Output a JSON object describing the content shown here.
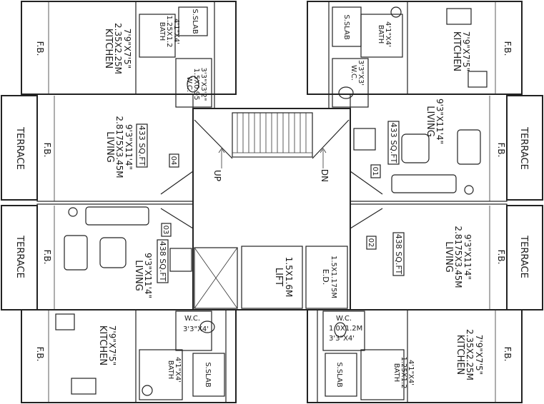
{
  "rooms": {
    "kitchen_tl": {
      "name": "KITCHEN",
      "dim_m": "2.35X2.25M",
      "dim_ft": "7'9\"X7'5\""
    },
    "kitchen_tr": {
      "name": "KITCHEN",
      "dim_ft": "7'9\"X7'5\""
    },
    "kitchen_bl": {
      "name": "KITCHEN",
      "dim_ft": "7'9\"X7'5\""
    },
    "kitchen_br": {
      "name": "KITCHEN",
      "dim_m": "2.35X2.25M",
      "dim_ft": "7'9\"X7'5\""
    },
    "bath_tl": {
      "name": "BATH",
      "dim_m": "1.25X1.2",
      "dim_ft": "4'1\"X4'"
    },
    "bath_tr": {
      "name": "BATH",
      "dim_ft": "4'1\"X4'"
    },
    "bath_bl": {
      "name": "BATH",
      "dim_ft": "4'1\"X4'"
    },
    "bath_br": {
      "name": "BATH",
      "dim_m": "1.25X1.2",
      "dim_ft": "4'1\"X4'"
    },
    "wc_tl": {
      "name": "W.C.",
      "dim_m": "1.5X0.95",
      "dim_ft": "3'3\"X3'2\""
    },
    "wc_tr": {
      "name": "W.C.",
      "dim_ft": "3'3\"X3'"
    },
    "wc_bl": {
      "name": "W.C.",
      "dim_ft": "3'3\"X4'"
    },
    "wc_br": {
      "name": "W.C.",
      "dim_m": "1.0X1.2M",
      "dim_ft": "3'3\"X4'"
    },
    "living_tl": {
      "name": "LIVING",
      "dim_m": "2.8175X3.45M",
      "dim_ft": "9'3\"X11'4\""
    },
    "living_tr": {
      "name": "LIVING",
      "dim_ft": "9'3\"X11'4\""
    },
    "living_bl": {
      "name": "LIVING",
      "dim_ft": "9'3\"X11'4\""
    },
    "living_br": {
      "name": "LIVING",
      "dim_m": "2.8175X3.45M",
      "dim_ft": "9'3\"X11'4\""
    },
    "lift": {
      "name": "LIFT",
      "dim_m": "1.5X1.6M"
    },
    "ed": {
      "name": "E.D.",
      "dim_m": "1.5X1.175M"
    }
  },
  "labels": {
    "sslab": "S.SLAB",
    "fb": "F.B.",
    "terrace": "TERRACE",
    "up": "UP",
    "dn": "DN"
  },
  "flats": {
    "f01": {
      "no": "01",
      "area": "433 SQ.FT"
    },
    "f02": {
      "no": "02",
      "area": "438 SQ.FT"
    },
    "f03": {
      "no": "03",
      "area": "438 SQ.FT"
    },
    "f04": {
      "no": "04",
      "area": "433 SQ.FT"
    }
  },
  "colors": {
    "line": "#222222",
    "background": "#ffffff"
  }
}
